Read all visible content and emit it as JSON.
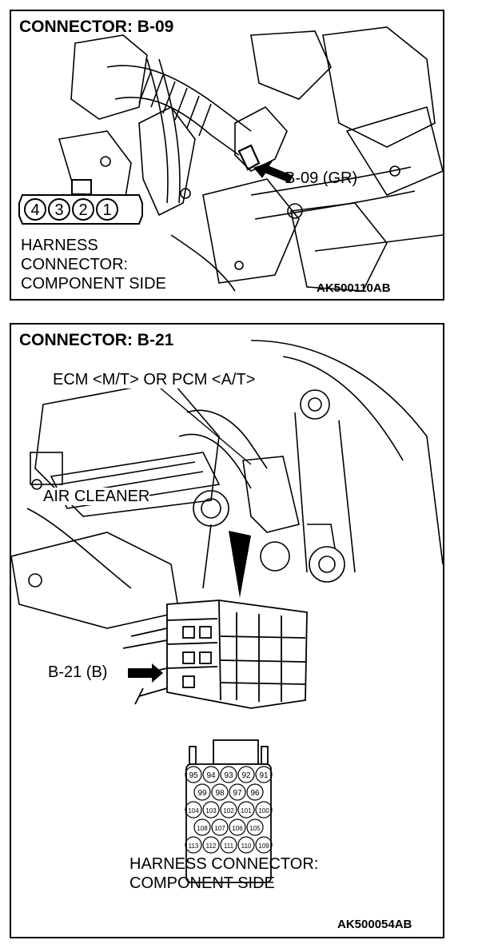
{
  "panels": [
    {
      "title": "CONNECTOR: B-09",
      "connector_callout": "B-09 (GR)",
      "pins": [
        "4",
        "3",
        "2",
        "1"
      ],
      "caption": [
        "HARNESS",
        "CONNECTOR:",
        "COMPONENT SIDE"
      ],
      "code": "AK500110AB"
    },
    {
      "title": "CONNECTOR: B-21",
      "module_label": "ECM <M/T> OR PCM <A/T>",
      "air_cleaner_label": "AIR CLEANER",
      "connector_callout": "B-21 (B)",
      "pin_rows": [
        [
          "95",
          "94",
          "93",
          "92",
          "91"
        ],
        [
          "99",
          "98",
          "97",
          "96"
        ],
        [
          "104",
          "103",
          "102",
          "101",
          "100"
        ],
        [
          "108",
          "107",
          "106",
          "105"
        ],
        [
          "113",
          "112",
          "111",
          "110",
          "109"
        ]
      ],
      "caption": "HARNESS CONNECTOR:",
      "caption2": "COMPONENT SIDE",
      "code": "AK500054AB"
    }
  ]
}
